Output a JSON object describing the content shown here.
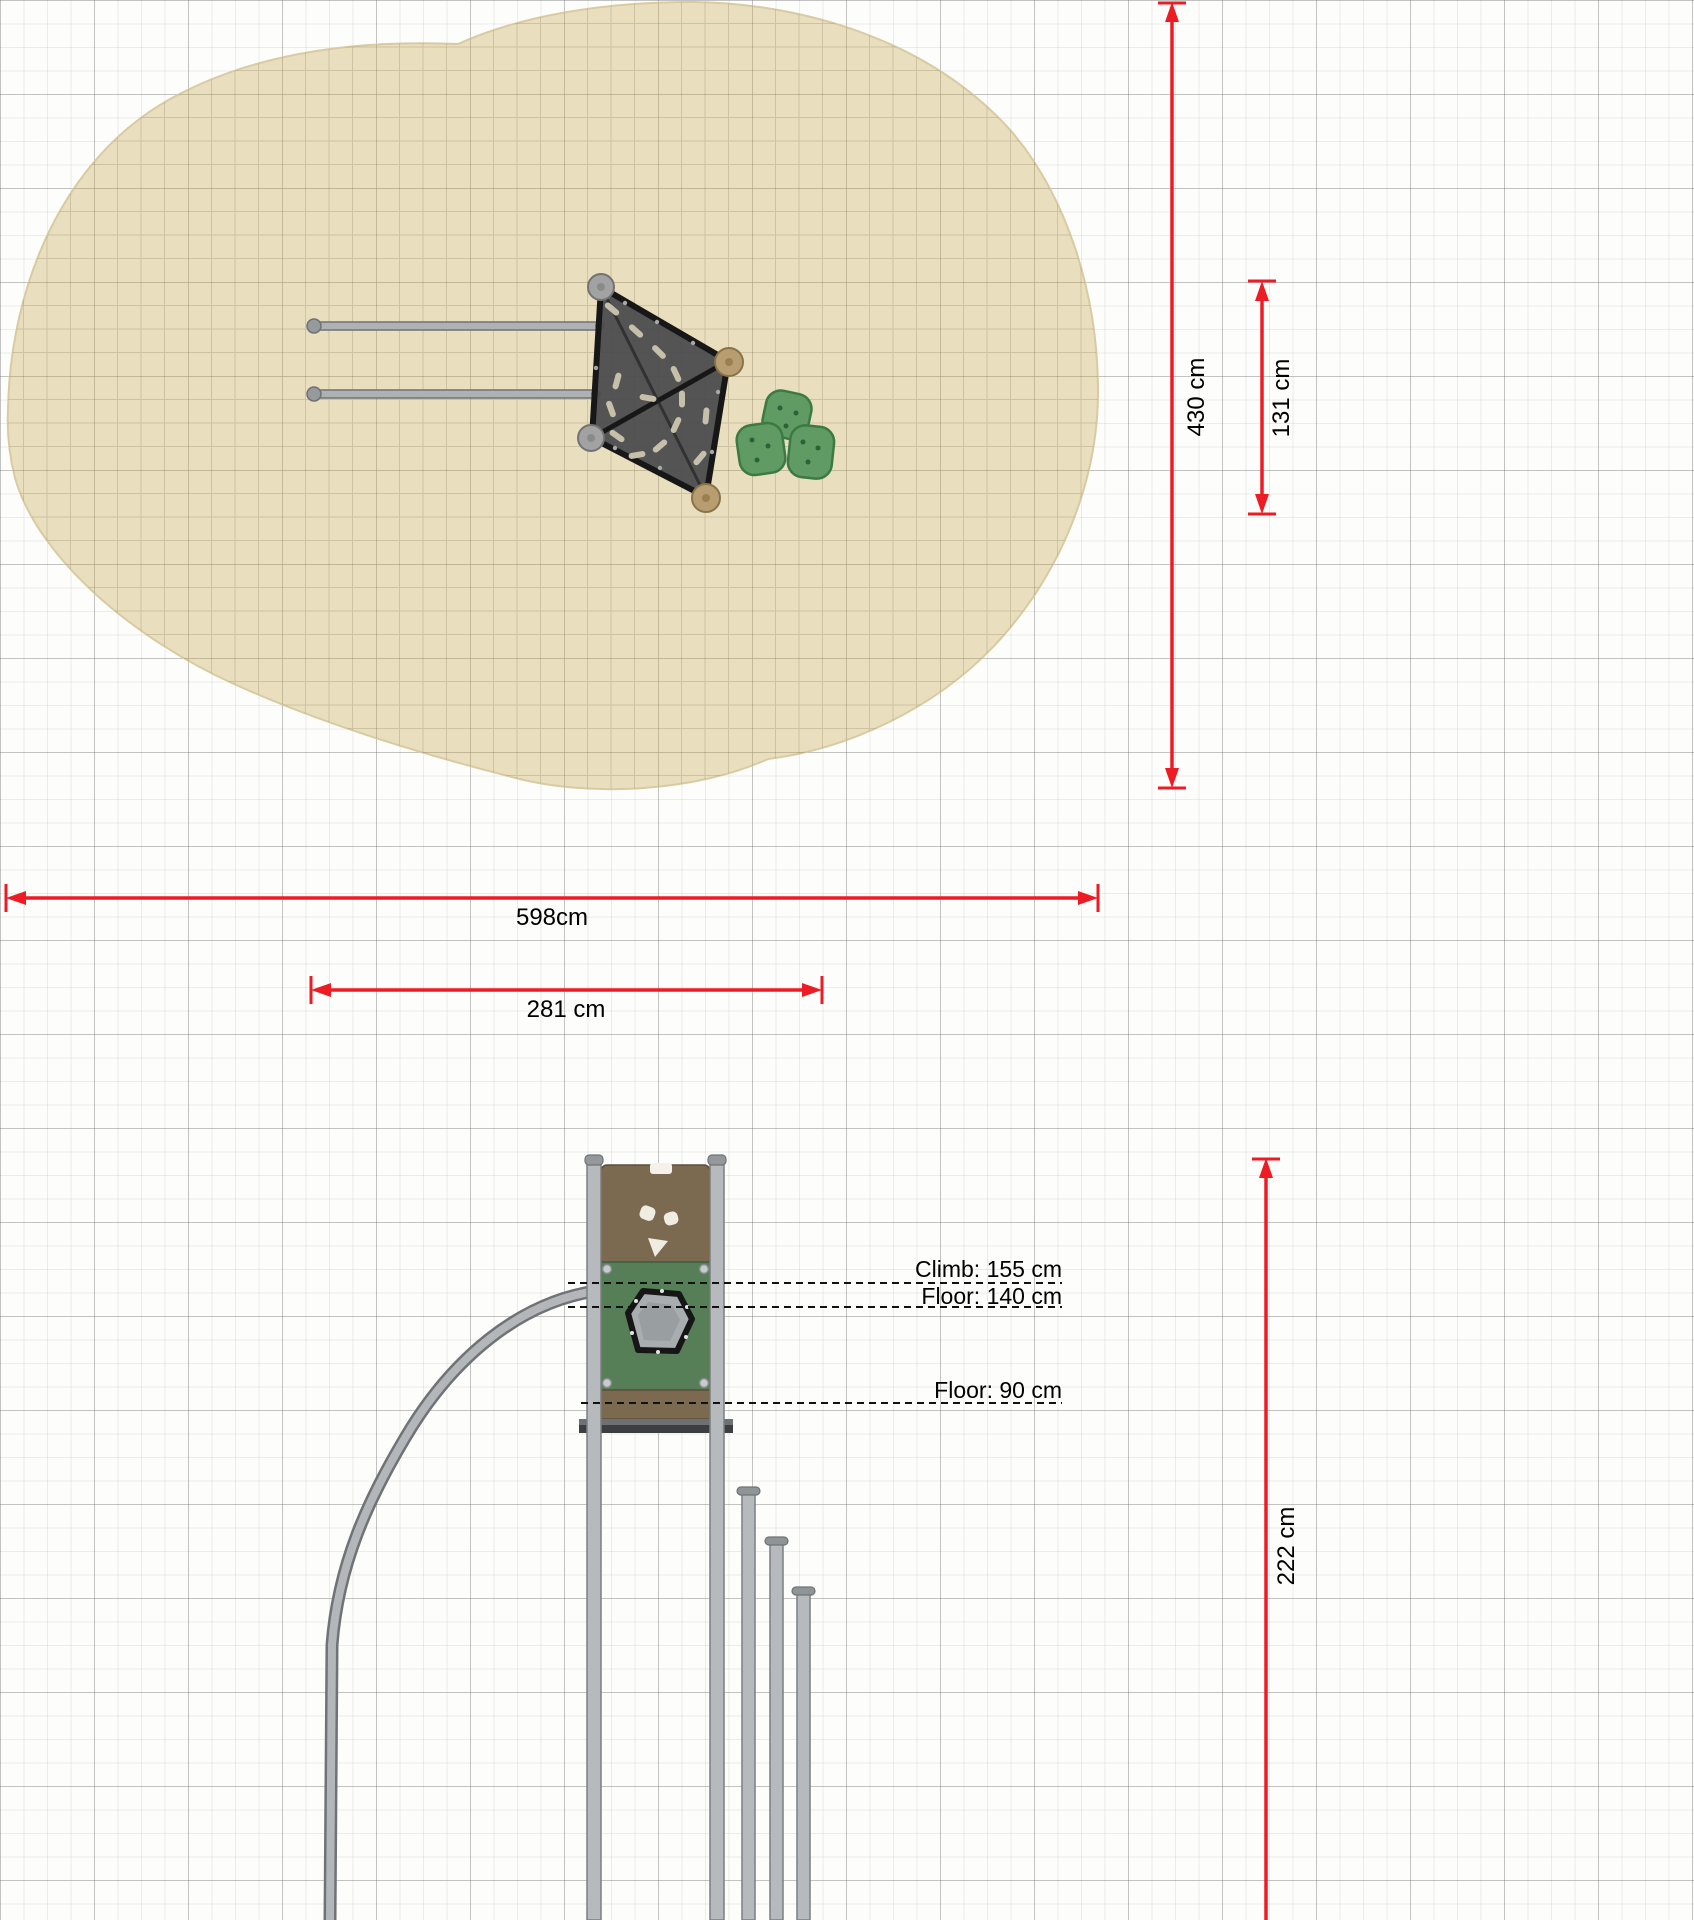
{
  "dims": {
    "total_width": "598cm",
    "inner_width": "281 cm",
    "total_height": "430 cm",
    "inner_height": "131 cm",
    "elevation_height": "222 cm"
  },
  "elevation": {
    "climb": "Climb: 155 cm",
    "floor_upper": "Floor: 140 cm",
    "floor_lower": "Floor: 90 cm"
  },
  "colors": {
    "dimension_red": "#ed1c24",
    "surface_beige": "#e9dfbf",
    "equipment_green": "#5f9b63",
    "equipment_brown": "#7b6950",
    "panel_green": "#567f57",
    "metal_gray": "#b6babc",
    "net_dark": "#4c4c4e"
  }
}
